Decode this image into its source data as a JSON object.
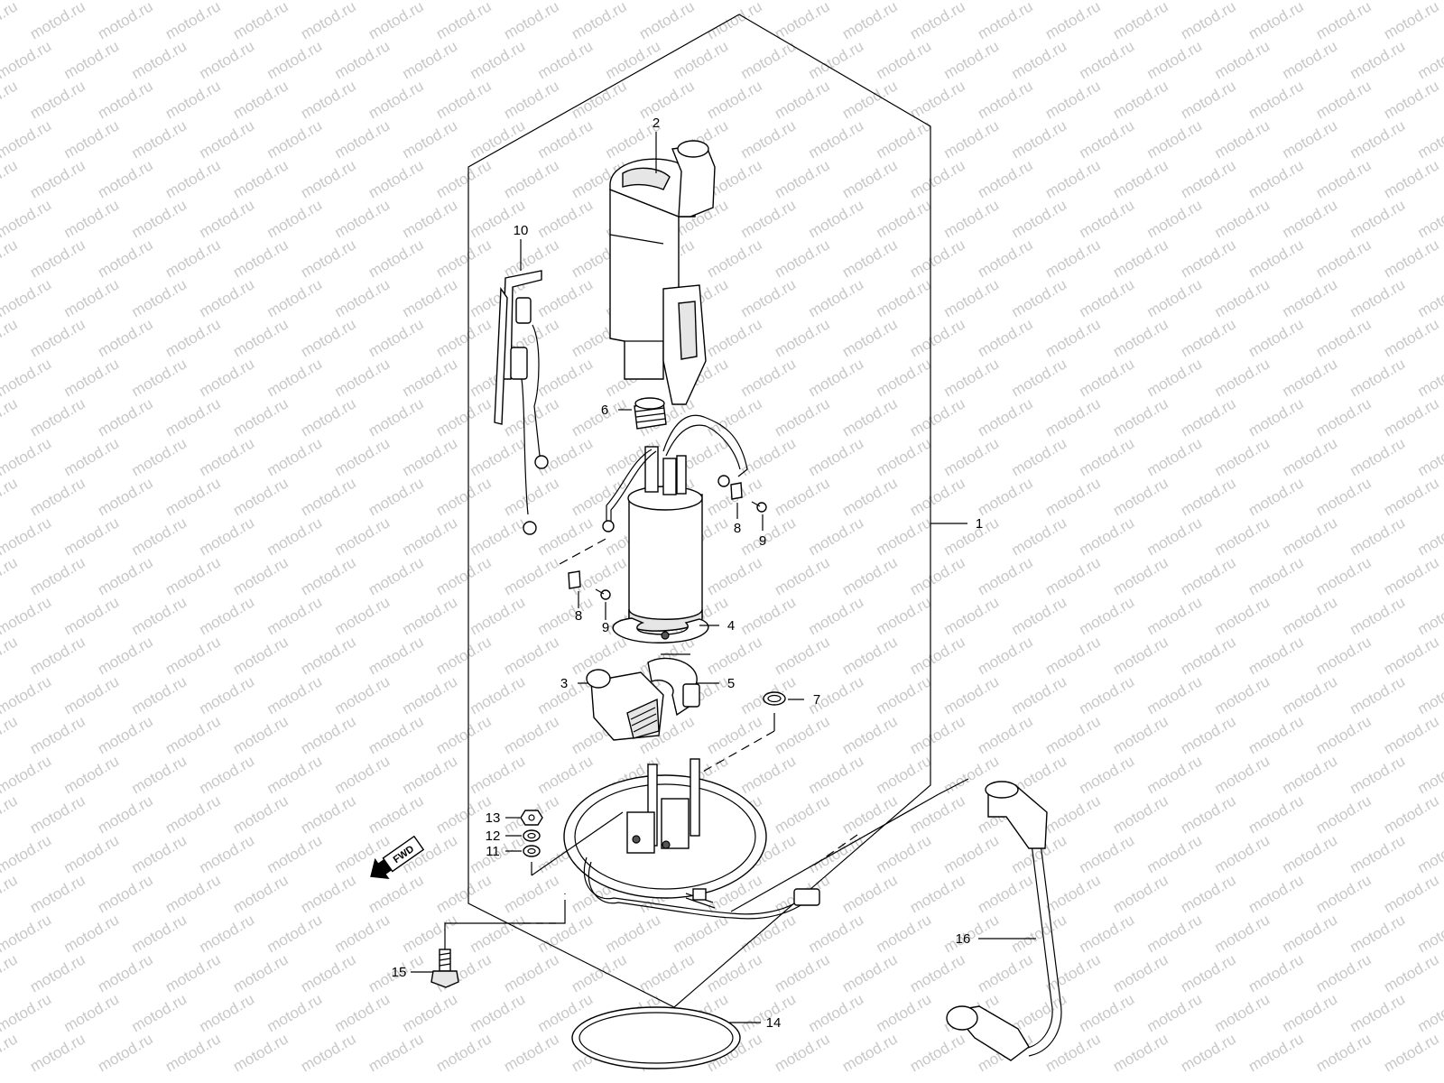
{
  "watermark": {
    "text": "motod.ru"
  },
  "fwd_badge": {
    "text": "FWD"
  },
  "callouts": [
    {
      "id": "1",
      "text": "1"
    },
    {
      "id": "2",
      "text": "2"
    },
    {
      "id": "3",
      "text": "3"
    },
    {
      "id": "4",
      "text": "4"
    },
    {
      "id": "5",
      "text": "5"
    },
    {
      "id": "6",
      "text": "6"
    },
    {
      "id": "7",
      "text": "7"
    },
    {
      "id": "8a",
      "text": "8"
    },
    {
      "id": "8b",
      "text": "8"
    },
    {
      "id": "9a",
      "text": "9"
    },
    {
      "id": "9b",
      "text": "9"
    },
    {
      "id": "10",
      "text": "10"
    },
    {
      "id": "11",
      "text": "11"
    },
    {
      "id": "12",
      "text": "12"
    },
    {
      "id": "13",
      "text": "13"
    },
    {
      "id": "14",
      "text": "14"
    },
    {
      "id": "15",
      "text": "15"
    },
    {
      "id": "16",
      "text": "16"
    }
  ],
  "colors": {
    "line": "#000000",
    "watermark": "#c8c8c8",
    "background": "#ffffff"
  }
}
